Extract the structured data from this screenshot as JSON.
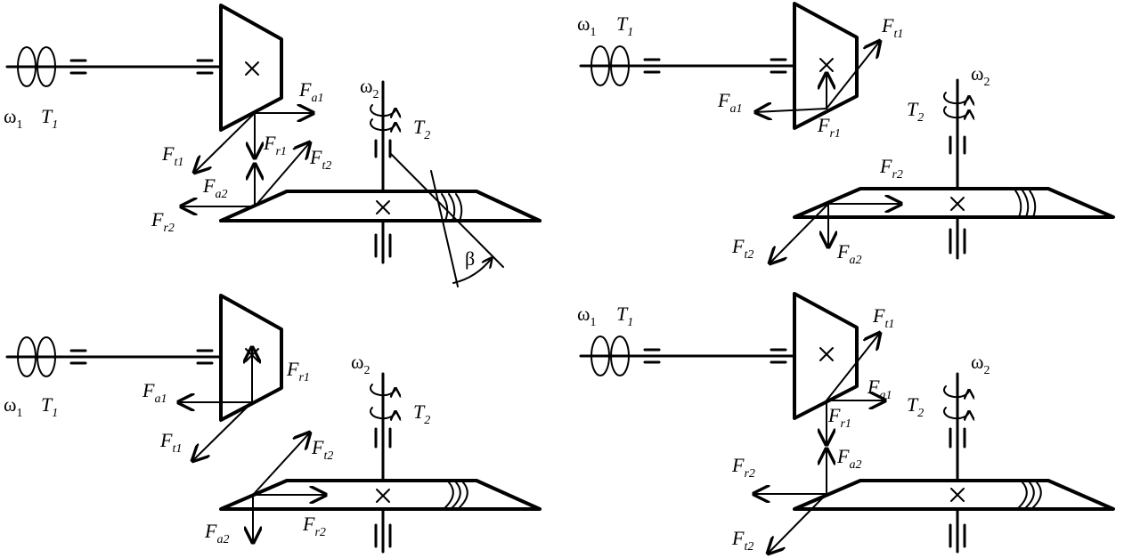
{
  "symbols": {
    "omega": "ω",
    "torque": "T",
    "force": "F",
    "beta": "β"
  },
  "subscripts": {
    "one": "1",
    "two": "2",
    "a1": "a1",
    "t1": "t1",
    "r1": "r1",
    "a2": "a2",
    "t2": "t2",
    "r2": "r2"
  },
  "icons": {
    "gear_center": "center-cross-icon",
    "shaft_axis": "circular-arrow-icon"
  }
}
